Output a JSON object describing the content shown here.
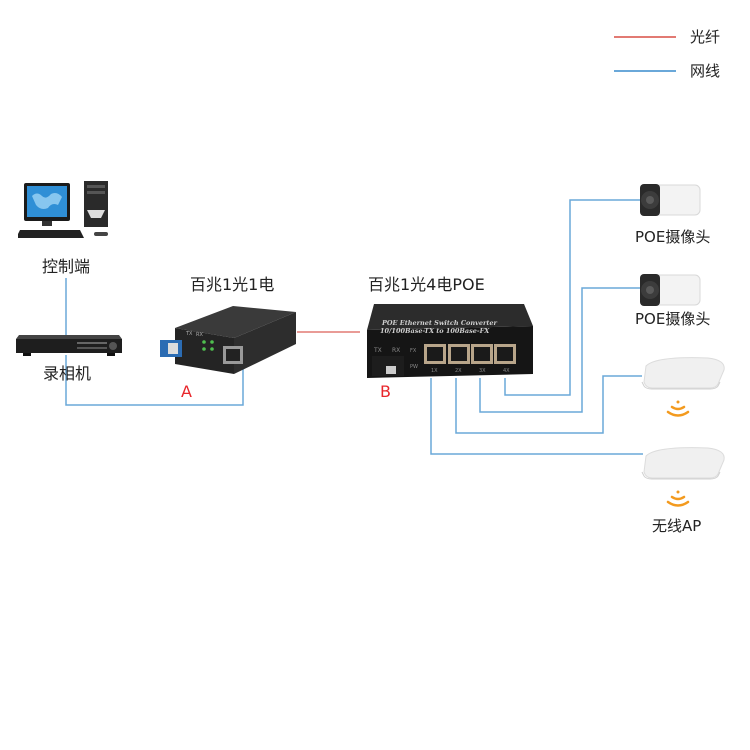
{
  "legend": {
    "items": [
      {
        "label": "光纤",
        "color": "#e27a73"
      },
      {
        "label": "网线",
        "color": "#6aa8d9"
      }
    ]
  },
  "devices": {
    "control": {
      "label": "控制端",
      "icon": "desktop-computer-icon"
    },
    "recorder": {
      "label": "录相机",
      "icon": "nvr-recorder-icon"
    },
    "converter_a": {
      "title": "百兆1光1电",
      "marker": "A",
      "panel_text": [
        "TX",
        "RX"
      ]
    },
    "switch_b": {
      "title": "百兆1光4电POE",
      "marker": "B",
      "panel_line1": "POE Ethernet Switch Converter",
      "panel_line2": "10/100Base-TX to 100Base-FX",
      "fiber_labels": [
        "TX",
        "RX"
      ],
      "status_labels": [
        "FX",
        "PW"
      ],
      "ports": [
        "1X",
        "2X",
        "3X",
        "4X"
      ]
    },
    "camera1": {
      "label": "POE摄像头"
    },
    "camera2": {
      "label": "POE摄像头"
    },
    "ap1": {
      "label": ""
    },
    "ap2": {
      "label": "无线AP"
    }
  },
  "colors": {
    "fiber": "#e27a73",
    "cable": "#6aa8d9",
    "marker": "#e8262b",
    "wifi": "#f39a1e"
  }
}
